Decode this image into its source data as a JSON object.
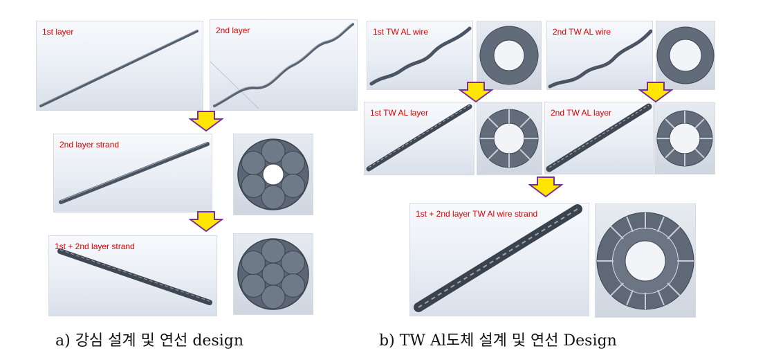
{
  "left_panels": {
    "layer1": "1st layer",
    "layer2": "2nd layer",
    "strand2": "2nd layer strand",
    "strand12": "1st + 2nd layer strand"
  },
  "right_panels": {
    "tw_wire1": "1st  TW AL wire",
    "tw_wire2": "2nd  TW AL wire",
    "tw_layer1": "1st TW AL layer",
    "tw_layer2": "2nd TW AL layer",
    "tw_strand": "1st + 2nd layer TW Al wire strand"
  },
  "captions": {
    "a": "a) 강심 설계 및 연선 design",
    "b": "b) TW Al도체 설계 및 연선 Design"
  },
  "colors": {
    "label_text": "#e00000",
    "arrow_fill": "#ffe600",
    "arrow_stroke": "#7a2fa0"
  }
}
